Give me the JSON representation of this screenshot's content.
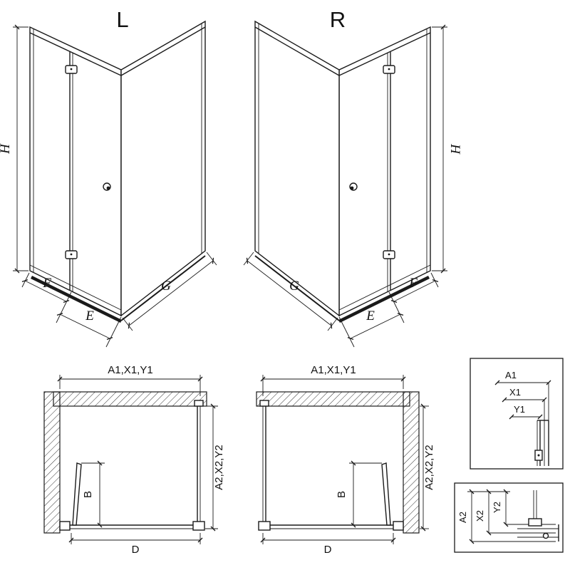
{
  "drawing": {
    "elevation_left": {
      "variant": "L",
      "height": "H",
      "fixed": "F",
      "door": "E",
      "side": "G"
    },
    "elevation_right": {
      "variant": "R",
      "height": "H",
      "fixed": "F",
      "door": "E",
      "side": "G"
    },
    "plan_left": {
      "width": "A1,X1,Y1",
      "depth": "A2,X2,Y2",
      "panel": "B",
      "entry": "D"
    },
    "plan_right": {
      "width": "A1,X1,Y1",
      "depth": "A2,X2,Y2",
      "panel": "B",
      "entry": "D"
    },
    "wall_profile_detail": {
      "a1": "A1",
      "x1": "X1",
      "y1": "Y1"
    },
    "floor_profile_detail": {
      "a2": "A2",
      "x2": "X2",
      "y2": "Y2"
    }
  },
  "colors": {
    "line": "#1a1a1a",
    "background": "#ffffff"
  }
}
